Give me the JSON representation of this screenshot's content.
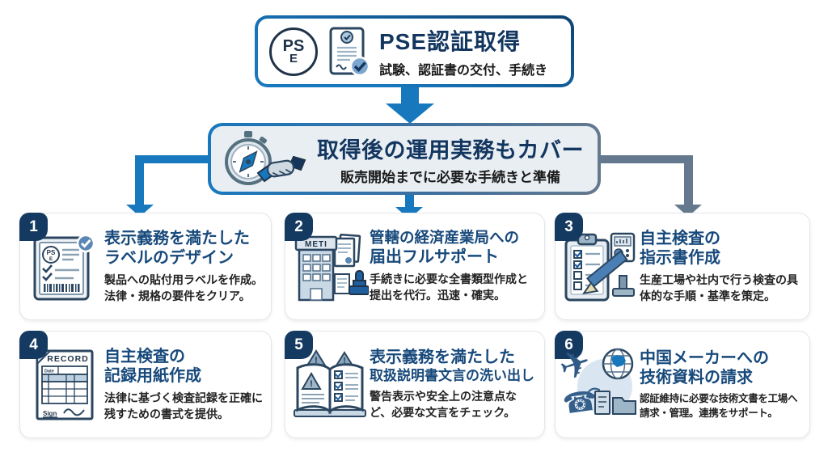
{
  "colors": {
    "accent_blue": "#1878be",
    "navy": "#153a61",
    "slate_gray": "#64798e",
    "card_title_blue": "#17497b",
    "panel_bg": "#e9eef3"
  },
  "icons": {
    "top_box": [
      "pse-mark-icon",
      "certificate-check-icon"
    ],
    "middle_box": [
      "stopwatch-compass-icon",
      "handshake-icon"
    ],
    "cards": [
      "pse-label-icon",
      "meti-building-icon",
      "inspection-clipboard-icon",
      "record-sheet-icon",
      "manual-warning-book-icon",
      "china-request-icon"
    ],
    "connectors": [
      "down-block-arrow",
      "elbow-arrow-left",
      "down-arrow-middle",
      "elbow-arrow-right"
    ]
  },
  "top_box": {
    "title": "PSE認証取得",
    "subtitle": "試験、認証書の交付、手続き",
    "pse_mark_top": "PS",
    "pse_mark_bottom": "E"
  },
  "middle_box": {
    "title": "取得後の運用実務もカバー",
    "subtitle": "販売開始までに必要な手続きと準備"
  },
  "cards": [
    {
      "number": "1",
      "title_line1": "表示義務を満たした",
      "title_line2": "ラベルのデザイン",
      "body": "製品への貼付用ラベルを作成。法律・規格の要件をクリア。",
      "icon_mark_top": "PS",
      "icon_mark_bottom": "E"
    },
    {
      "number": "2",
      "title_line1": "管轄の経済産業局への",
      "title_line2": "届出フルサポート",
      "body": "手続きに必要な全書類型作成と提出を代行。迅速・確実。",
      "icon_label": "METI"
    },
    {
      "number": "3",
      "title_line1": "自主検査の",
      "title_line2": "指示書作成",
      "body": "生産工場や社内で行う検査の具体的な手順・基準を策定。"
    },
    {
      "number": "4",
      "title_line1": "自主検査の",
      "title_line2": "記録用紙作成",
      "body": "法律に基づく検査記録を正確に残すための書式を提供。",
      "icon_label": "RECORD",
      "icon_sign_label": "Sign"
    },
    {
      "number": "5",
      "title_line1": "表示義務を満たした",
      "title_line2": "取扱説明書文言の洗い出し",
      "body": "警告表示や安全上の注意点など、必要な文言をチェック。"
    },
    {
      "number": "6",
      "title_line1": "中国メーカーへの",
      "title_line2": "技術資料の請求",
      "body": "認証維持に必要な技術文書を工場へ請求・管理。連携をサポート。"
    }
  ]
}
